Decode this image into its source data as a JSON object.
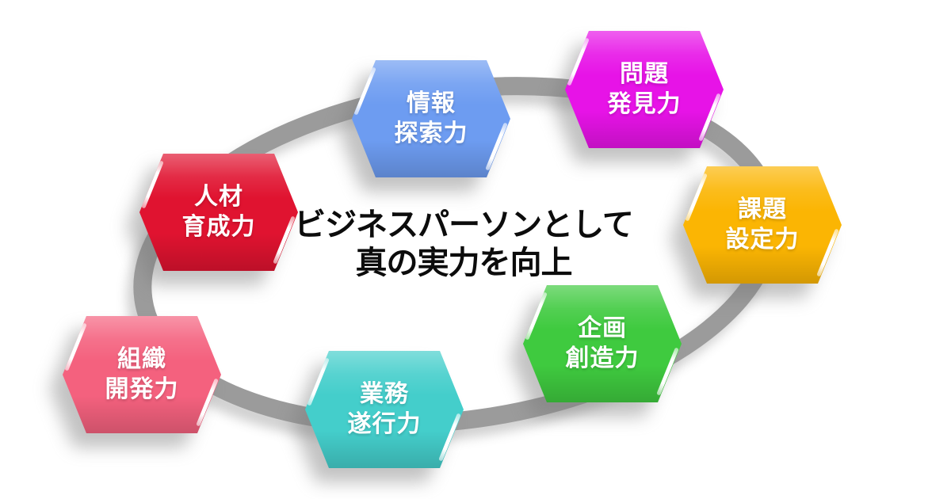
{
  "diagram": {
    "type": "cycle",
    "title": {
      "line1": "ビジネスパーソンとして",
      "line2": "真の実力を向上",
      "color": "#0c0c0c"
    },
    "ring": {
      "color": "#9b9b9b"
    },
    "cycle": {
      "items": [
        {
          "id": "information-search",
          "line1": "情報",
          "line2": "探索力",
          "color": "#6d9cf1"
        },
        {
          "id": "problem-discovery",
          "line1": "問題",
          "line2": "発見力",
          "color": "#e713e7"
        },
        {
          "id": "issue-setting",
          "line1": "課題",
          "line2": "設定力",
          "color": "#fbb503"
        },
        {
          "id": "planning-creation",
          "line1": "企画",
          "line2": "創造力",
          "color": "#3fca3f"
        },
        {
          "id": "task-execution",
          "line1": "業務",
          "line2": "遂行力",
          "color": "#44cecb"
        },
        {
          "id": "organization-development",
          "line1": "組織",
          "line2": "開発力",
          "color": "#f4617e"
        },
        {
          "id": "hr-development",
          "line1": "人材",
          "line2": "育成力",
          "color": "#e01330"
        }
      ]
    }
  }
}
